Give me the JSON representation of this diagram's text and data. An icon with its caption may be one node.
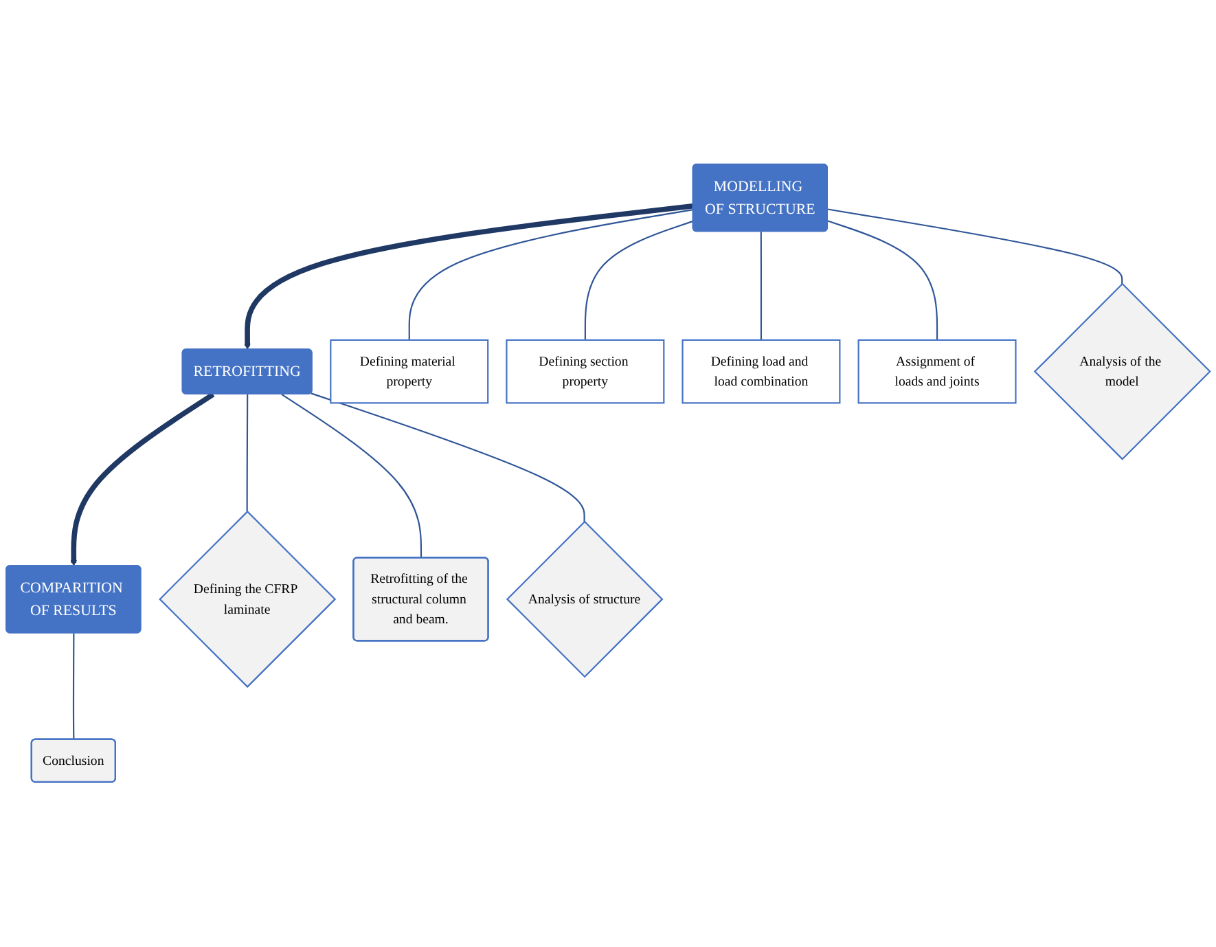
{
  "diagram": {
    "nodes": [
      {
        "text": [
          "MODELLING OF STRUCTURE"
        ]
      },
      {
        "text": [
          "Defining material property"
        ]
      },
      {
        "text": [
          "Defining section property"
        ]
      },
      {
        "text": [
          "Defining load and load combination"
        ]
      },
      {
        "text": [
          "Assignment of loads and joints"
        ]
      },
      {
        "text": [
          "Analysis of the model"
        ]
      },
      {
        "text": [
          "RETROFITTING"
        ]
      },
      {
        "text": [
          "Defining the CFRP laminate"
        ]
      },
      {
        "text": [
          "Retrofitting of the structural column and beam."
        ]
      },
      {
        "text": [
          "Analysis of structure"
        ]
      },
      {
        "text": [
          "COMPARITION OF RESULTS"
        ]
      },
      {
        "text": [
          "Conclusion"
        ]
      }
    ],
    "edges": [
      {
        "from": 0,
        "to": 6,
        "arrow": "to",
        "style": "thick",
        "color": "#1f3864"
      },
      {
        "from": 6,
        "to": 10,
        "arrow": "to",
        "style": "thick",
        "color": "#1f3864"
      },
      {
        "from": 0,
        "to": 1,
        "arrow": "none"
      },
      {
        "from": 0,
        "to": 2,
        "arrow": "none"
      },
      {
        "from": 0,
        "to": 3,
        "arrow": "none"
      },
      {
        "from": 0,
        "to": 4,
        "arrow": "none"
      },
      {
        "from": 0,
        "to": 5,
        "arrow": "none"
      },
      {
        "from": 6,
        "to": 7,
        "arrow": "none"
      },
      {
        "from": 6,
        "to": 8,
        "arrow": "none"
      },
      {
        "from": 6,
        "to": 9,
        "arrow": "none"
      },
      {
        "from": 10,
        "to": 11,
        "arrow": "none"
      }
    ]
  }
}
